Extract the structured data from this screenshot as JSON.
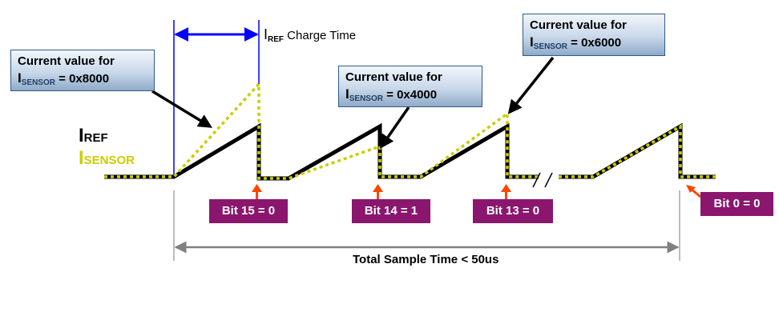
{
  "labels": {
    "iref_main": "I",
    "iref_sub": "REF",
    "isensor_main": "I",
    "isensor_sub": "SENSOR",
    "charge_i": "I",
    "charge_sub": "REF",
    "charge_text": " Charge Time",
    "total_sample": "Total Sample Time < 50us"
  },
  "callouts": [
    {
      "line1": "Current value for",
      "i": "I",
      "sub": "SENSOR",
      "value": " = 0x8000"
    },
    {
      "line1": "Current value for",
      "i": "I",
      "sub": "SENSOR",
      "value": " = 0x4000"
    },
    {
      "line1": "Current value for",
      "i": "I",
      "sub": "SENSOR",
      "value": " = 0x6000"
    }
  ],
  "bits": [
    {
      "label": "Bit 15 = 0"
    },
    {
      "label": "Bit 14 = 1"
    },
    {
      "label": "Bit 13 = 0"
    },
    {
      "label": "Bit 0 = 0"
    }
  ],
  "colors": {
    "iref_line": "#000000",
    "isensor_line": "#cccc00",
    "charge_marker": "#0000ff",
    "bit_box": "#8a166e",
    "bit_arrow": "#ff4500",
    "callout_border": "#2e5c8a",
    "dimension_line": "#808080"
  }
}
